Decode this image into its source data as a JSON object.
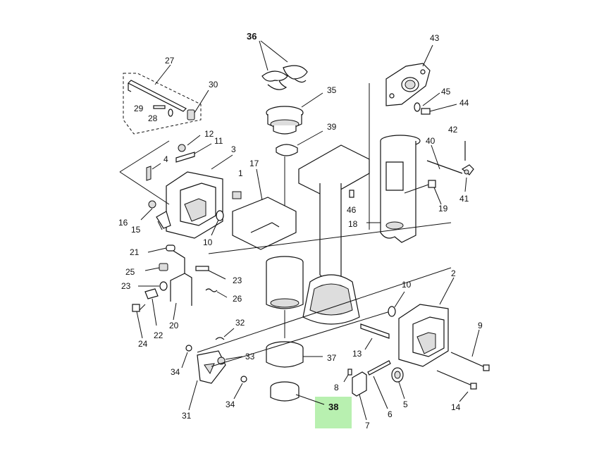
{
  "labels": {
    "p1": "1",
    "p2": "2",
    "p3": "3",
    "p4": "4",
    "p5": "5",
    "p6": "6",
    "p7": "7",
    "p8": "8",
    "p9": "9",
    "p10a": "10",
    "p10b": "10",
    "p11": "11",
    "p12": "12",
    "p13": "13",
    "p14": "14",
    "p15": "15",
    "p16": "16",
    "p17": "17",
    "p18": "18",
    "p19": "19",
    "p20": "20",
    "p21": "21",
    "p22": "22",
    "p23a": "23",
    "p23b": "23",
    "p24": "24",
    "p25": "25",
    "p26": "26",
    "p27": "27",
    "p28": "28",
    "p29": "29",
    "p30": "30",
    "p31": "31",
    "p32": "32",
    "p33": "33",
    "p34a": "34",
    "p34b": "34",
    "p35": "35",
    "p36": "36",
    "p37": "37",
    "p38": "38",
    "p39": "39",
    "p40": "40",
    "p41": "41",
    "p42": "42",
    "p43": "43",
    "p44": "44",
    "p45": "45",
    "p46": "46"
  },
  "highlight_color": "#b8f0b0",
  "highlighted_part": "38"
}
